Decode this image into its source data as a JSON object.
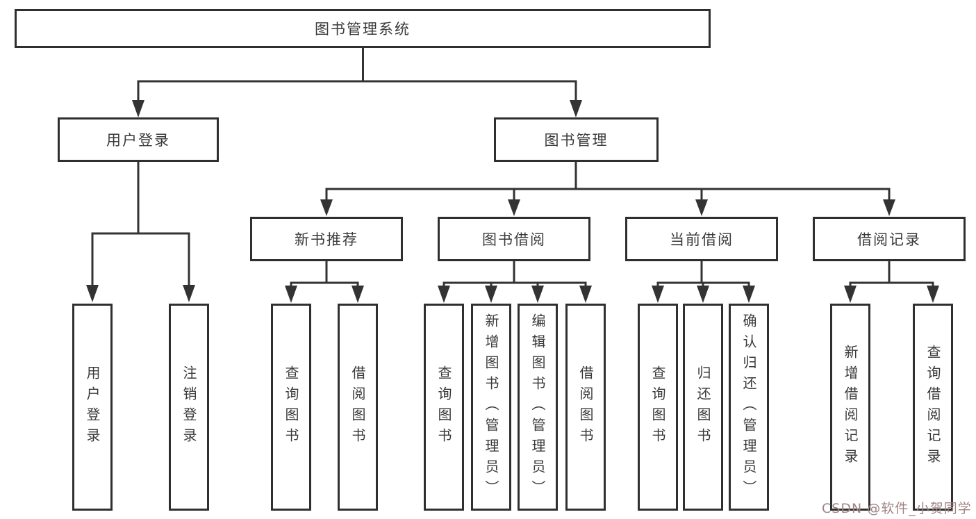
{
  "diagram_title": "图书管理系统",
  "nodes": {
    "root": {
      "label": "图书管理系统"
    },
    "user_login": {
      "label": "用户登录"
    },
    "book_mgmt": {
      "label": "图书管理"
    },
    "leaf_user_login": {
      "label": "用户登录"
    },
    "leaf_logout": {
      "label": "注销登录"
    },
    "new_book_rec": {
      "label": "新书推荐"
    },
    "book_borrow": {
      "label": "图书借阅"
    },
    "current_borrow": {
      "label": "当前借阅"
    },
    "borrow_record": {
      "label": "借阅记录"
    },
    "nb_query_book": {
      "label": "查询图书"
    },
    "nb_borrow_book": {
      "label": "借阅图书"
    },
    "bb_query_book": {
      "label": "查询图书"
    },
    "bb_add_book": {
      "label": "新增图书（管理员）"
    },
    "bb_edit_book": {
      "label": "编辑图书（管理员）"
    },
    "bb_borrow_book": {
      "label": "借阅图书"
    },
    "cb_query_book": {
      "label": "查询图书"
    },
    "cb_return_book": {
      "label": "归还图书"
    },
    "cb_confirm_return": {
      "label": "确认归还（管理员）"
    },
    "br_add_record": {
      "label": "新增借阅记录"
    },
    "br_query_record": {
      "label": "查询借阅记录"
    }
  },
  "hierarchy": {
    "图书管理系统": {
      "用户登录": [
        "用户登录",
        "注销登录"
      ],
      "图书管理": {
        "新书推荐": [
          "查询图书",
          "借阅图书"
        ],
        "图书借阅": [
          "查询图书",
          "新增图书（管理员）",
          "编辑图书（管理员）",
          "借阅图书"
        ],
        "当前借阅": [
          "查询图书",
          "归还图书",
          "确认归还（管理员）"
        ],
        "借阅记录": [
          "新增借阅记录",
          "查询借阅记录"
        ]
      }
    }
  },
  "watermark": {
    "text": "CSDN @软件_小贺同学",
    "color": "#a08486"
  },
  "colors": {
    "line": "#333333",
    "box_border": "#2f2f2f",
    "text": "#3a3a3a",
    "background": "#ffffff"
  }
}
